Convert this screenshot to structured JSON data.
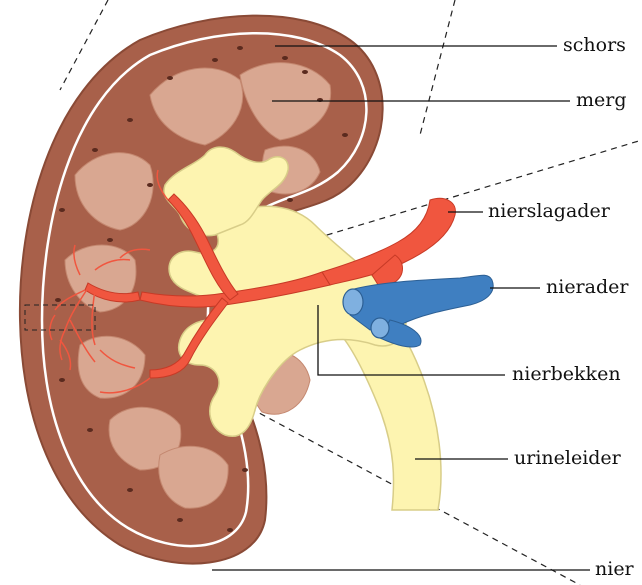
{
  "labels": {
    "schors": "schors",
    "merg": "merg",
    "nierslagader": "nierslagader",
    "nierader": "nierader",
    "nierbekken": "nierbekken",
    "urineleider": "urineleider",
    "nier": "nier"
  },
  "colors": {
    "cortex": "#a8604a",
    "capsule": "#ffffff",
    "medulla": "#d9a791",
    "pelvis": "#fdf4b0",
    "artery": "#f0563f",
    "vein": "#3f7fc1"
  }
}
